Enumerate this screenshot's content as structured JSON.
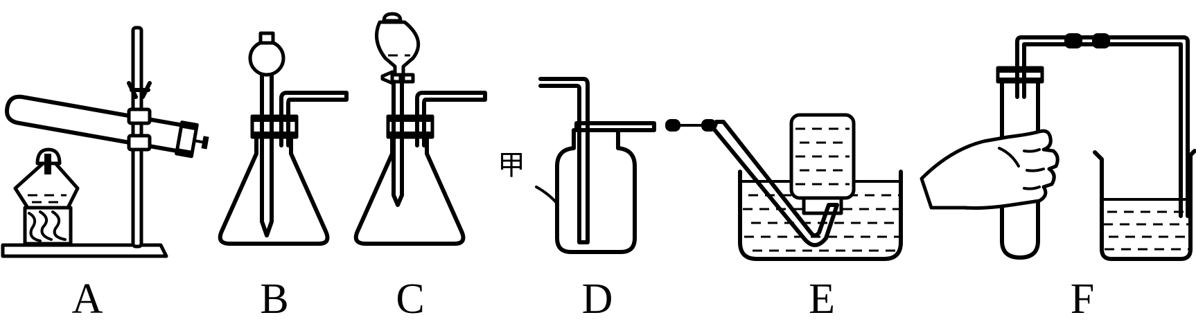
{
  "figure": {
    "labels": [
      "A",
      "B",
      "C",
      "D",
      "E",
      "F"
    ],
    "annotation_d": "甲"
  }
}
